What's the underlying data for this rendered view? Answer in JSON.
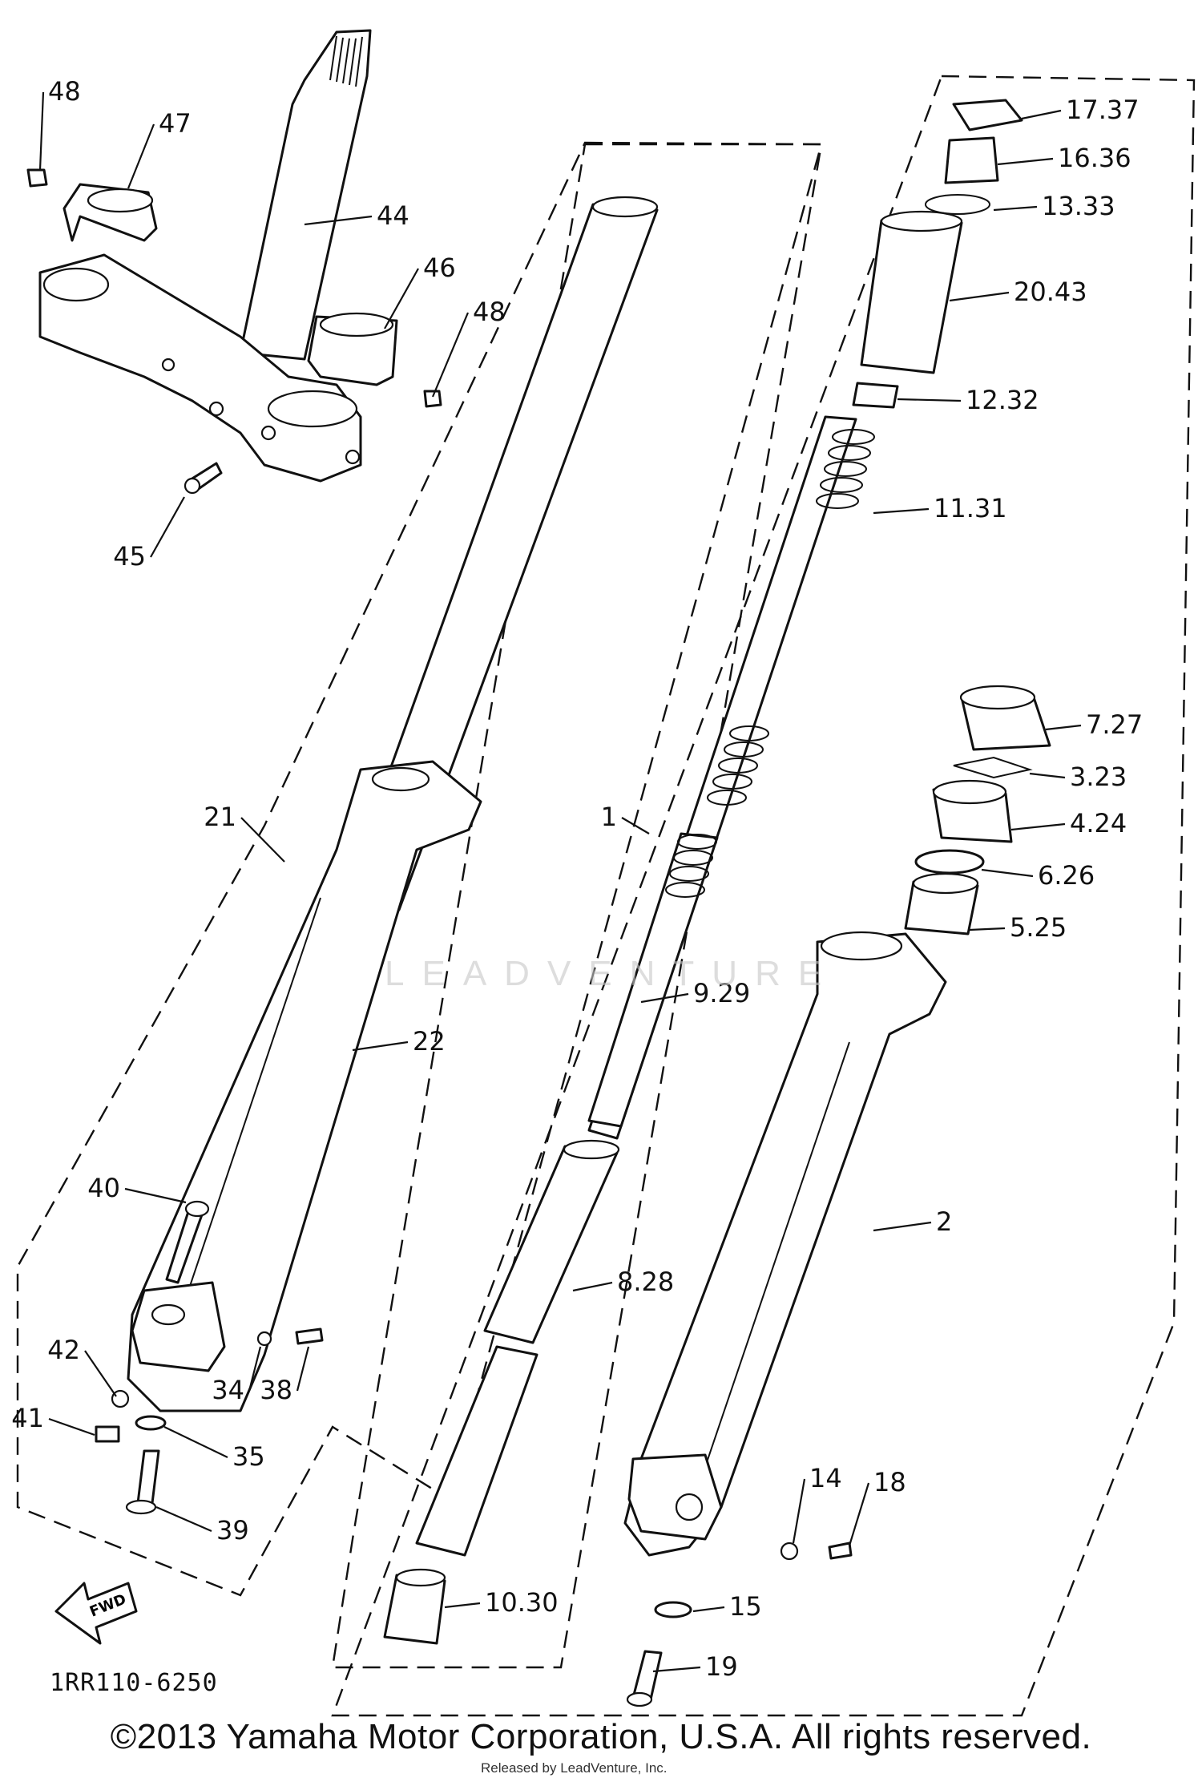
{
  "diagram": {
    "catalog_number": "1RR110-6250",
    "copyright": "©2013 Yamaha Motor Corporation, U.S.A. All rights reserved.",
    "release_note": "Released by LeadVenture, Inc.",
    "watermark": "LEADVENTURE",
    "fwd_label": "FWD",
    "callouts": [
      "48",
      "47",
      "44",
      "46",
      "48",
      "45",
      "17.37",
      "16.36",
      "13.33",
      "20.43",
      "12.32",
      "11.31",
      "1",
      "21",
      "22",
      "9.29",
      "7.27",
      "3.23",
      "4.24",
      "6.26",
      "5.25",
      "2",
      "8.28",
      "40",
      "42",
      "34",
      "38",
      "41",
      "35",
      "39",
      "14",
      "18",
      "15",
      "10.30",
      "19"
    ]
  }
}
